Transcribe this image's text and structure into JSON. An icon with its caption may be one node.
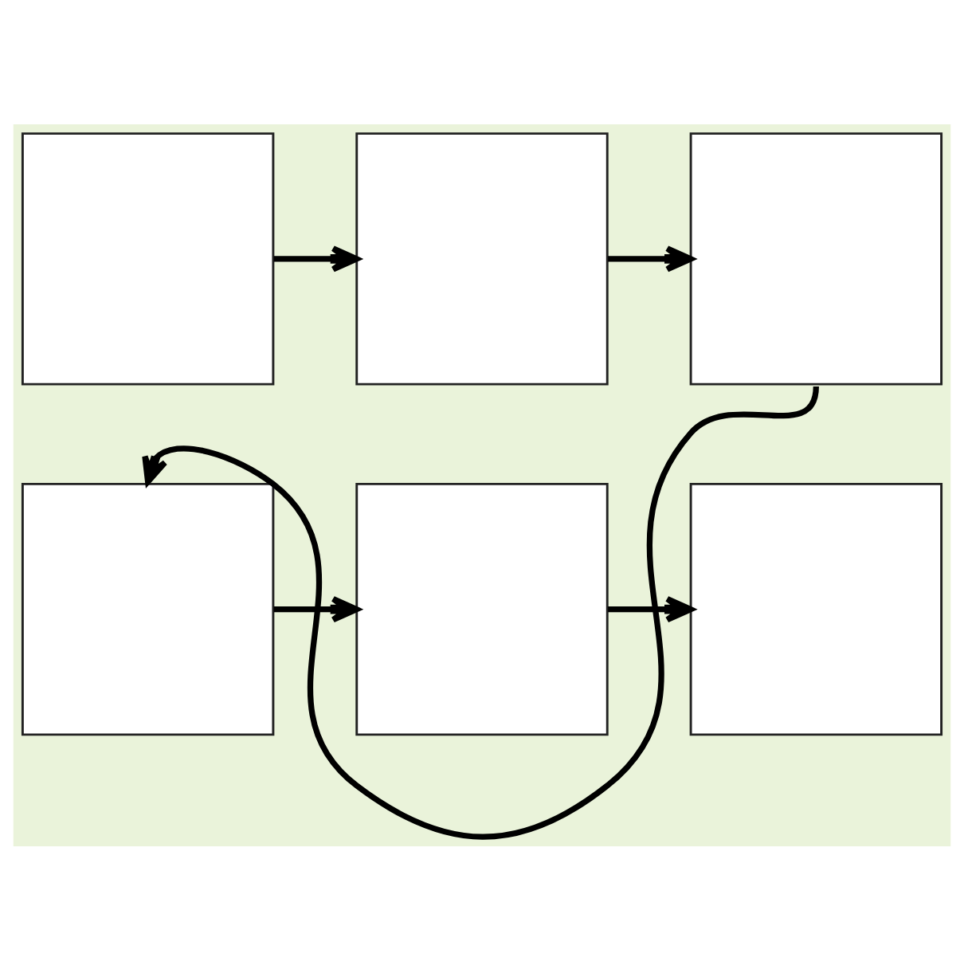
{
  "diagram": {
    "nodes": [
      {
        "text": [],
        "shape": "box"
      },
      {
        "text": [],
        "shape": "box"
      },
      {
        "text": [],
        "shape": "box"
      },
      {
        "text": [],
        "shape": "box"
      },
      {
        "text": [],
        "shape": "box"
      },
      {
        "text": [],
        "shape": "box"
      }
    ],
    "edges": [
      {
        "from": 0,
        "to": 1,
        "arrow": "to"
      },
      {
        "from": 1,
        "to": 2,
        "arrow": "to"
      },
      {
        "from": 2,
        "to": 3,
        "arrow": "to"
      },
      {
        "from": 3,
        "to": 4,
        "arrow": "to"
      },
      {
        "from": 4,
        "to": 5,
        "arrow": "to"
      }
    ]
  }
}
